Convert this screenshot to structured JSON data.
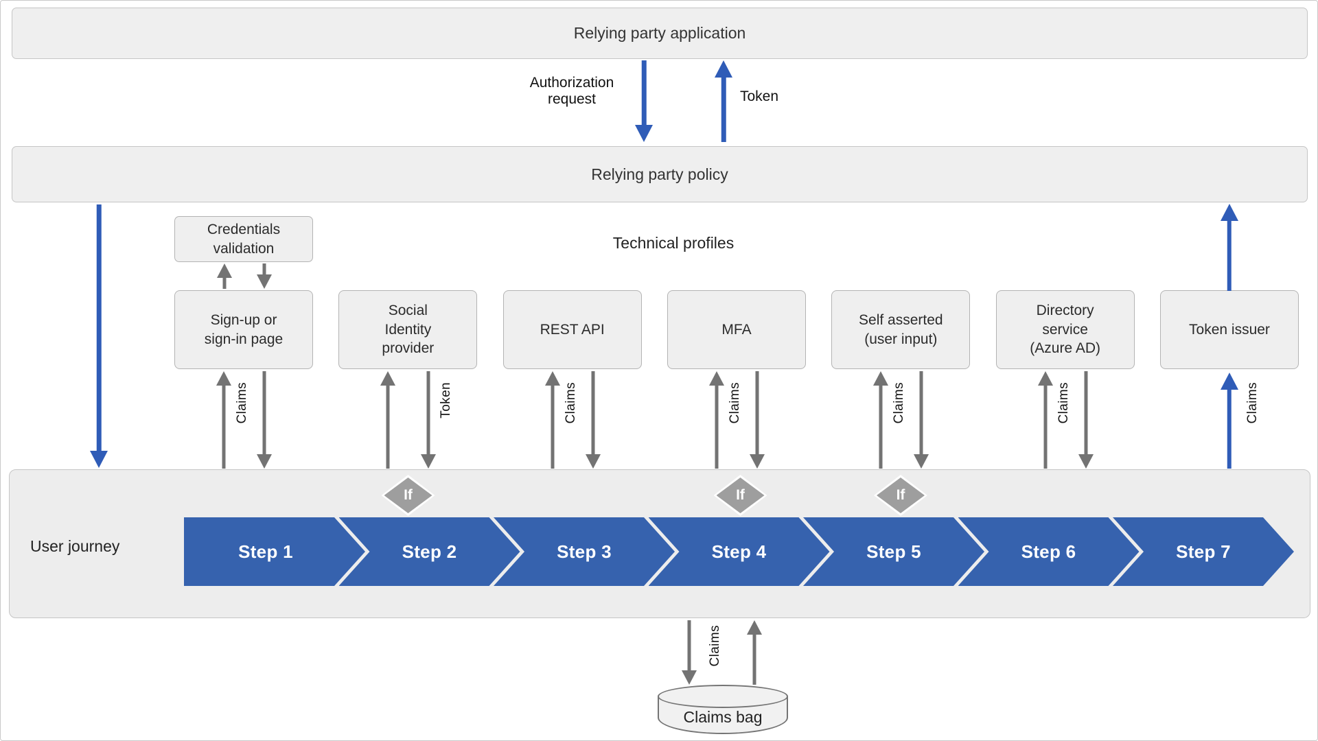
{
  "header": {
    "app_box": "Relying party application",
    "policy_box": "Relying party policy",
    "authorization_request": "Authorization\nrequest",
    "token": "Token"
  },
  "technical_profiles": {
    "title": "Technical profiles",
    "credentials_validation": "Credentials\nvalidation",
    "profiles": [
      {
        "name": "sign-up-sign-in",
        "label": "Sign-up or\nsign-in page",
        "connector": "gray-pair",
        "connector_label": "Claims",
        "label_pos": "mid"
      },
      {
        "name": "social-identity-provider",
        "label": "Social\nIdentity\nprovider",
        "connector": "gray-pair",
        "connector_label": "Token",
        "label_pos": "right"
      },
      {
        "name": "rest-api",
        "label": "REST API",
        "connector": "gray-pair",
        "connector_label": "Claims",
        "label_pos": "mid"
      },
      {
        "name": "mfa",
        "label": "MFA",
        "connector": "gray-pair",
        "connector_label": "Claims",
        "label_pos": "mid"
      },
      {
        "name": "self-asserted",
        "label": "Self asserted\n(user input)",
        "connector": "gray-pair",
        "connector_label": "Claims",
        "label_pos": "mid"
      },
      {
        "name": "directory-service",
        "label": "Directory\nservice\n(Azure AD)",
        "connector": "gray-pair",
        "connector_label": "Claims",
        "label_pos": "mid"
      },
      {
        "name": "token-issuer",
        "label": "Token issuer",
        "connector": "blue-up",
        "connector_label": "Claims",
        "label_pos": "right"
      }
    ]
  },
  "user_journey": {
    "label": "User journey",
    "steps": [
      "Step 1",
      "Step 2",
      "Step 3",
      "Step 4",
      "Step 5",
      "Step 6",
      "Step 7"
    ],
    "if_label": "If",
    "if_on_steps": [
      2,
      4,
      5
    ]
  },
  "claims_bag": {
    "label": "Claims bag",
    "connector_label": "Claims"
  },
  "colors": {
    "blue_arrow": "#2F5CB7",
    "step_blue": "#3662AE",
    "gray_arrow": "#737373",
    "box_fill": "#EFEFEF",
    "box_border": "#B3B3B3",
    "band_border": "#C5C5C5",
    "diamond_gray": "#9E9E9E",
    "text": "#2B2B2B"
  }
}
